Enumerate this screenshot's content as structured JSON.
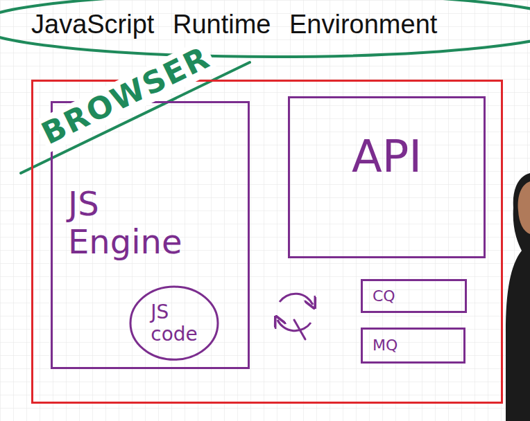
{
  "diagram": {
    "title": "JavaScript Runtime Environment",
    "nodes": [
      {
        "text": [
          "BROWSER"
        ]
      },
      {
        "text": [
          "JS Engine"
        ],
        "in": 0
      },
      {
        "text": [
          "JS code"
        ],
        "in": 1
      },
      {
        "text": [
          "API"
        ],
        "in": 0
      },
      {
        "text": [
          "CQ"
        ],
        "in": 0
      },
      {
        "text": [
          "MQ"
        ],
        "in": 0
      }
    ]
  }
}
